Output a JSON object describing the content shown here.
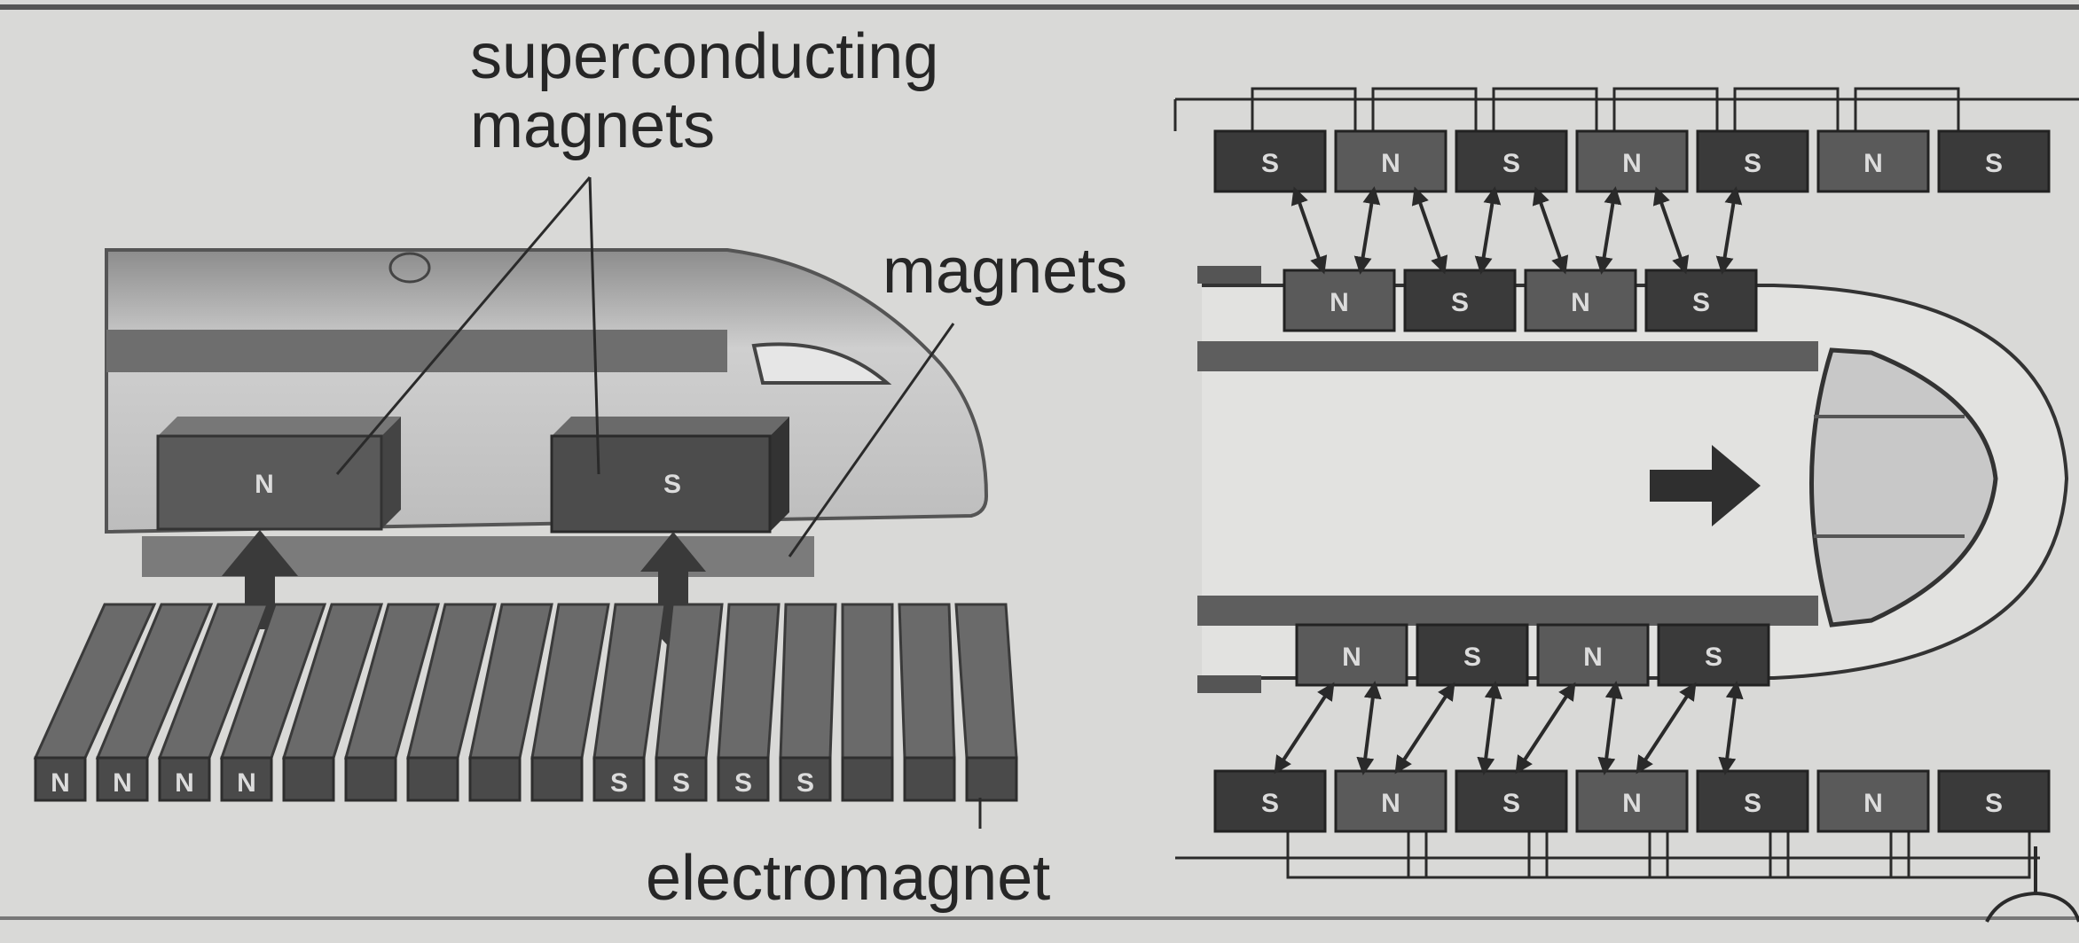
{
  "labels": {
    "superconducting_line1": "superconducting",
    "superconducting_line2": "magnets",
    "magnets": "magnets",
    "electromagnet": "electromagnet"
  },
  "train_magnets": {
    "left": "N",
    "right": "S"
  },
  "rail_letters": [
    "N",
    "N",
    "N",
    "N",
    "",
    "",
    "",
    "",
    "",
    "S",
    "S",
    "S",
    "S",
    "",
    "",
    ""
  ],
  "guideway": {
    "top_row": [
      "S",
      "N",
      "S",
      "N",
      "S",
      "N",
      "S"
    ],
    "train_top": [
      "N",
      "S",
      "N",
      "S"
    ],
    "train_bottom": [
      "N",
      "S",
      "N",
      "S"
    ],
    "bottom_row": [
      "S",
      "N",
      "S",
      "N",
      "S",
      "N",
      "S"
    ]
  },
  "colors": {
    "background": "#d9d9d7",
    "magnet_fill": "#5a5a5a",
    "magnet_dark": "#3a3a3a",
    "line": "#2a2a2a",
    "letter": "#dcdcdc"
  }
}
